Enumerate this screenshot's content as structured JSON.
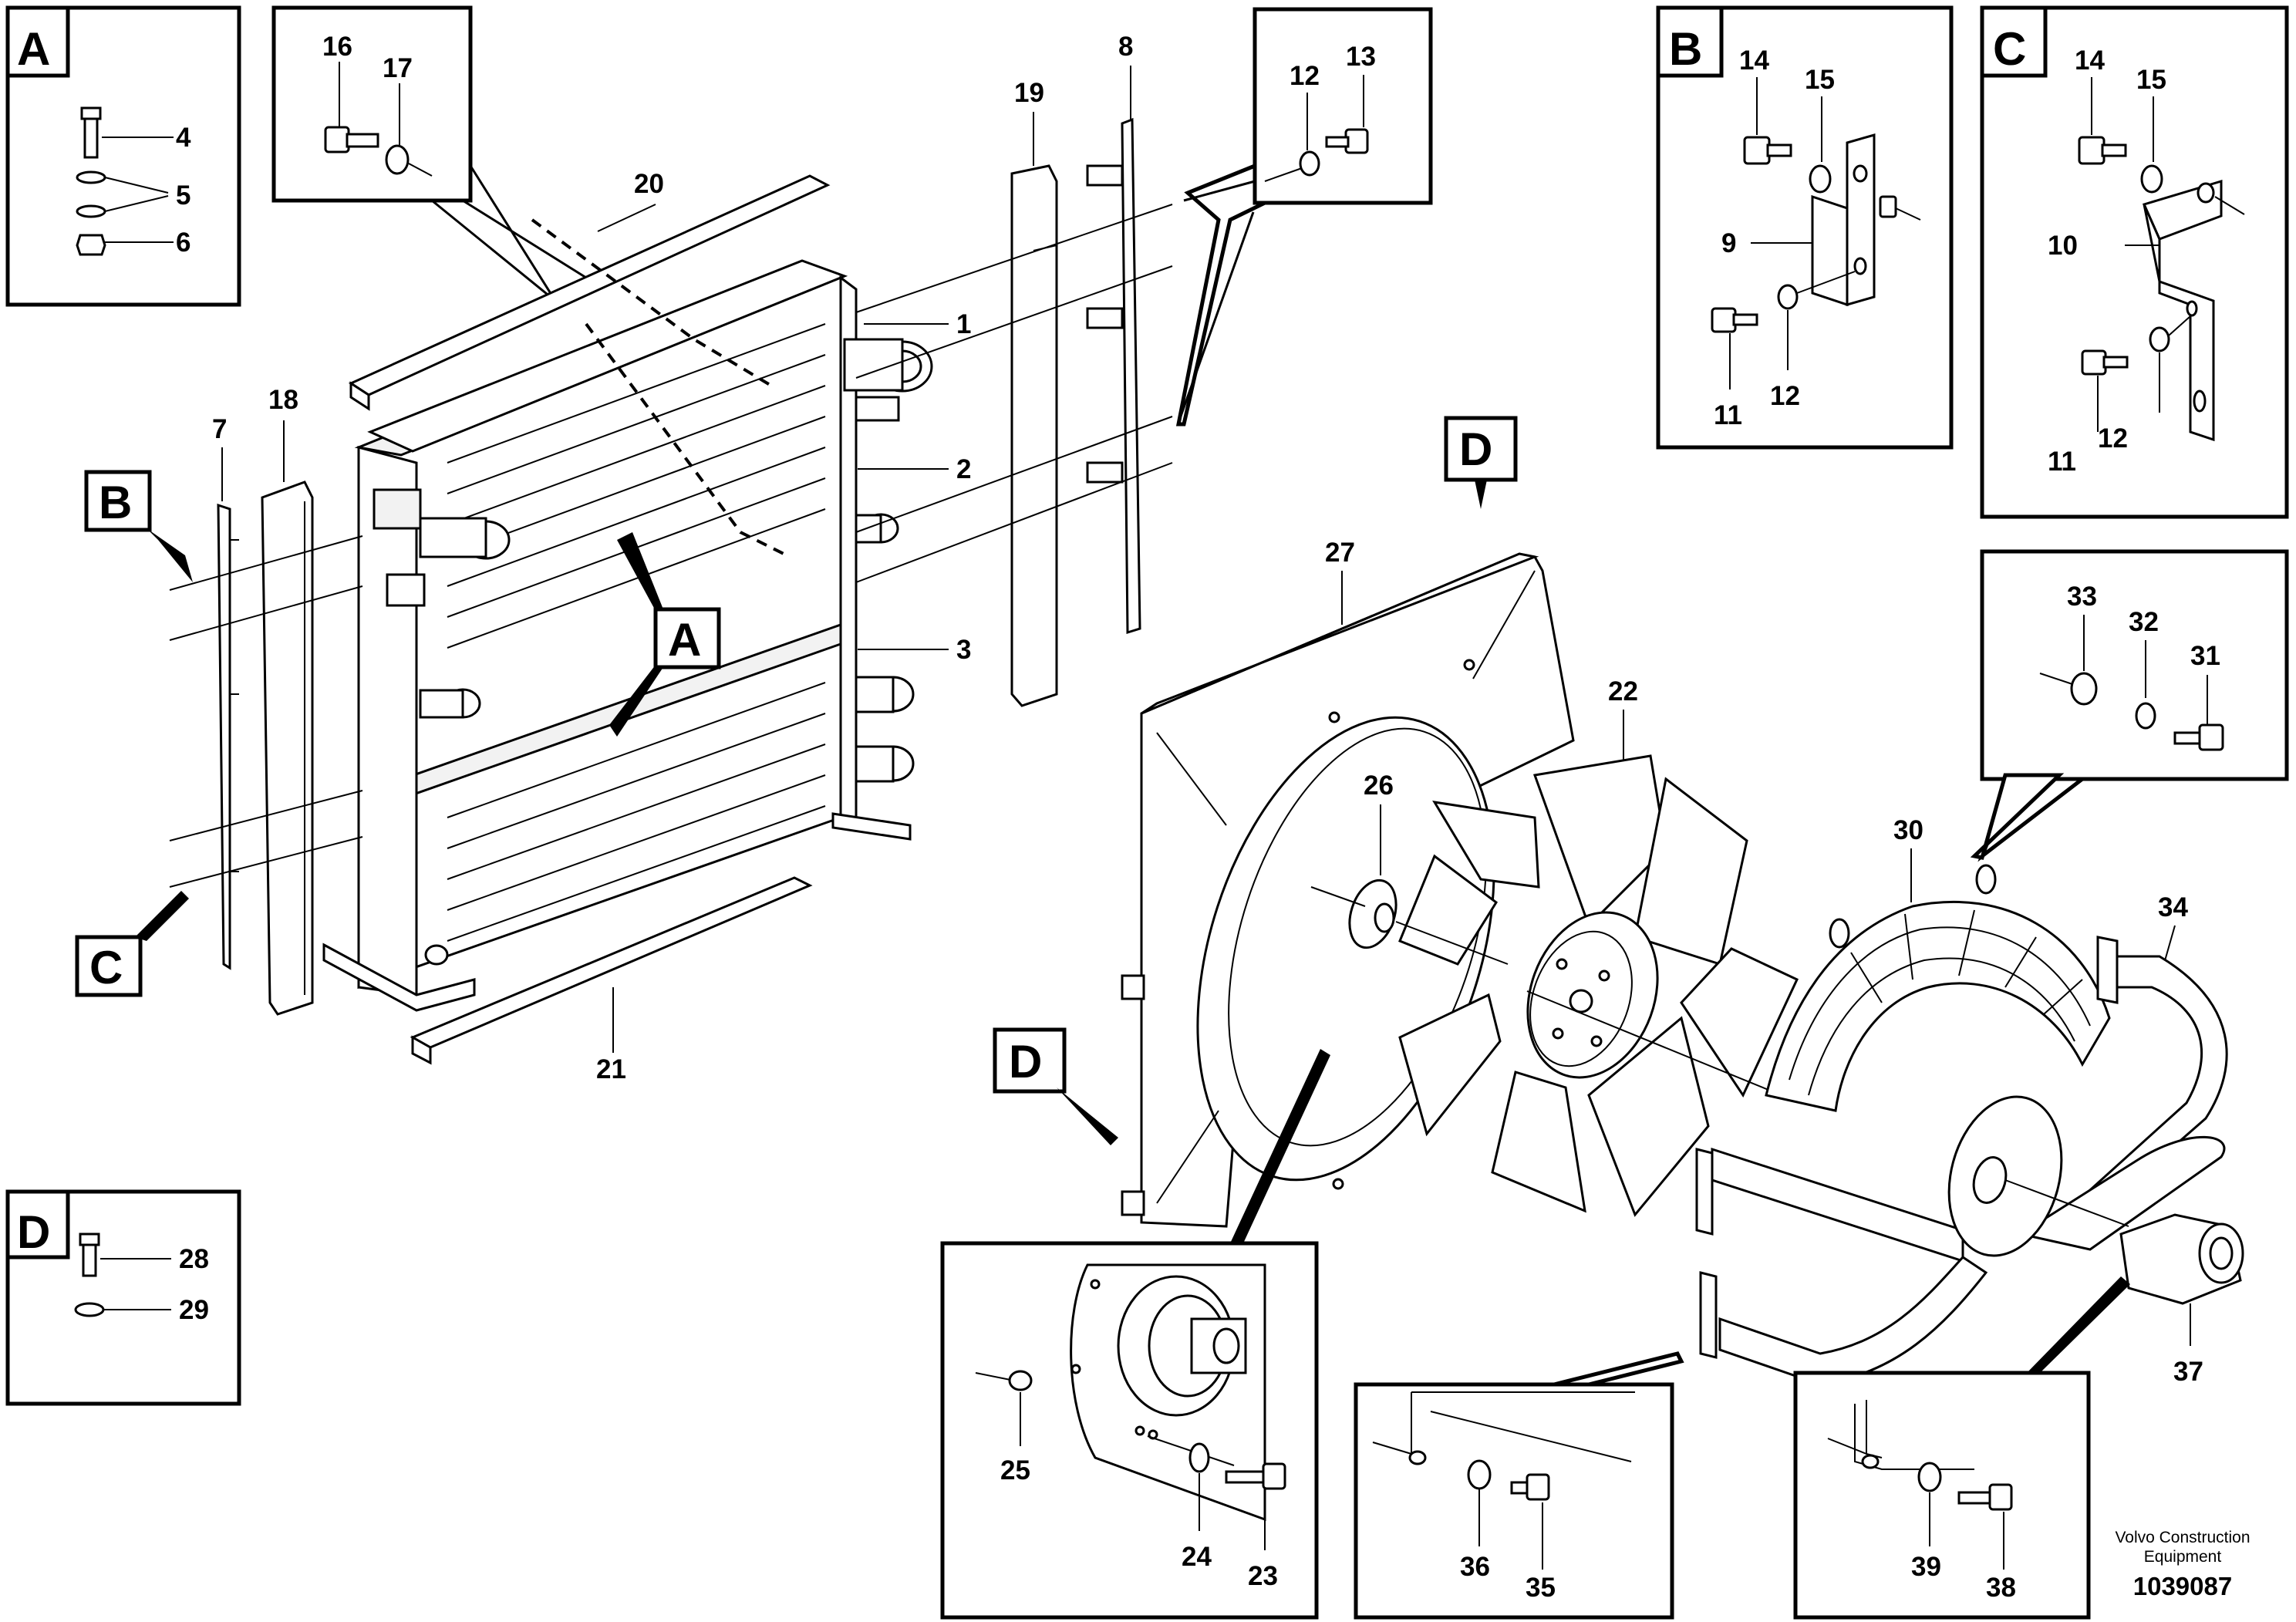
{
  "callouts": {
    "A": "A",
    "B": "B",
    "C": "C",
    "D": "D"
  },
  "parts": {
    "p1": "1",
    "p2": "2",
    "p3": "3",
    "p4": "4",
    "p5": "5",
    "p6": "6",
    "p7": "7",
    "p8": "8",
    "p9": "9",
    "p10": "10",
    "p11": "11",
    "p12": "12",
    "p13": "13",
    "p14": "14",
    "p15": "15",
    "p16": "16",
    "p17": "17",
    "p18": "18",
    "p19": "19",
    "p20": "20",
    "p21": "21",
    "p22": "22",
    "p23": "23",
    "p24": "24",
    "p25": "25",
    "p26": "26",
    "p27": "27",
    "p28": "28",
    "p29": "29",
    "p30": "30",
    "p31": "31",
    "p32": "32",
    "p33": "33",
    "p34": "34",
    "p35": "35",
    "p36": "36",
    "p37": "37",
    "p38": "38",
    "p39": "39"
  },
  "footer": {
    "brand_line1": "Volvo Construction",
    "brand_line2": "Equipment",
    "doc_number": "1039087"
  }
}
